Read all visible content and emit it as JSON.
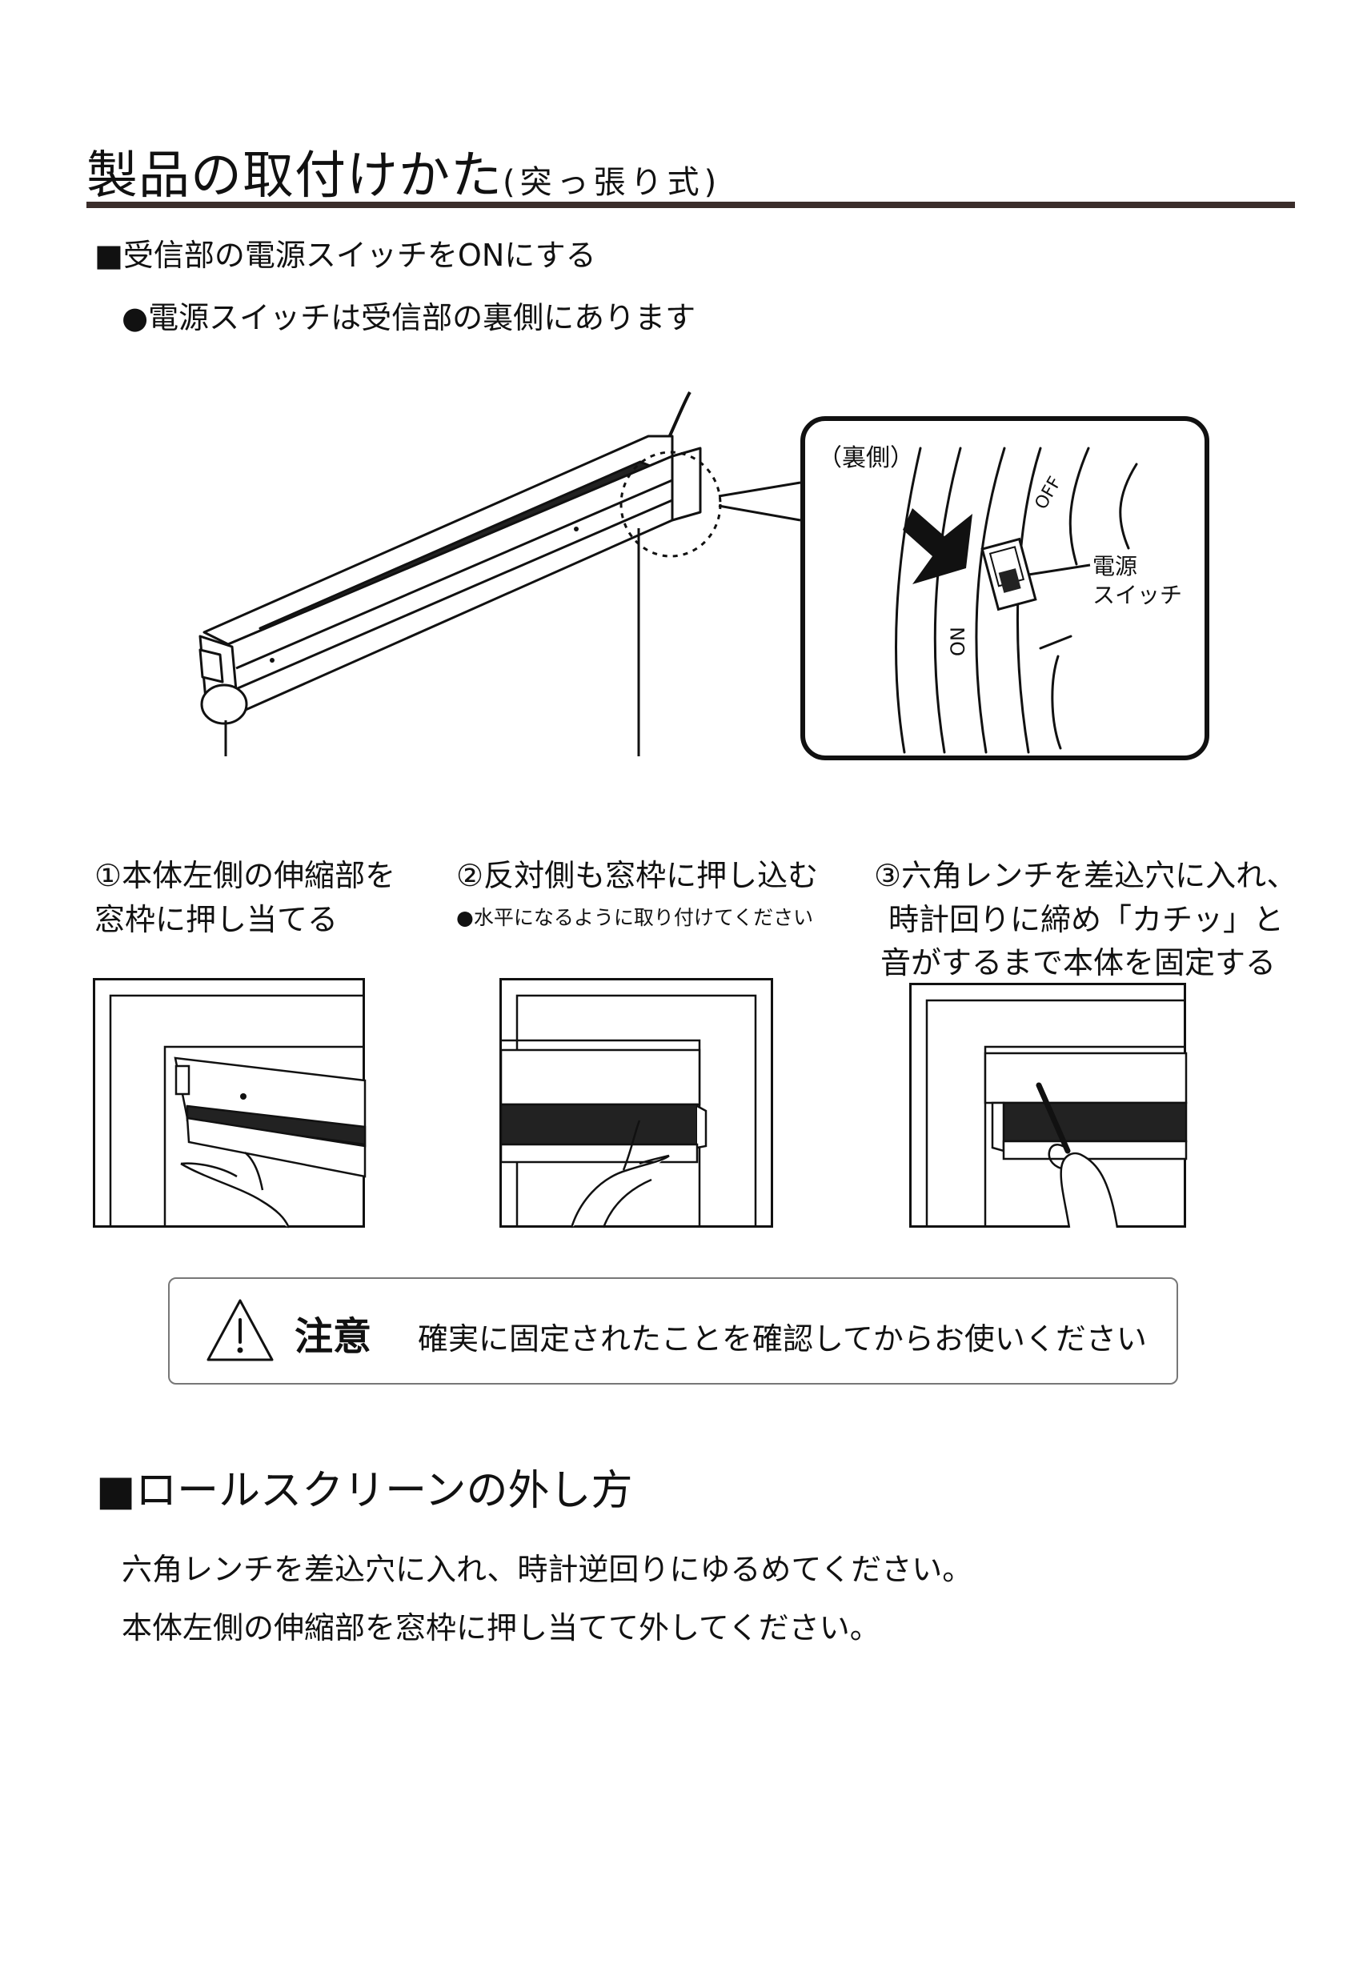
{
  "title": {
    "main": "製品の取付けかた",
    "sub": "(突っ張り式)"
  },
  "section1": {
    "heading": "■受信部の電源スイッチをONにする",
    "bullet": "●電源スイッチは受信部の裏側にあります"
  },
  "detail": {
    "label": "（裏側）",
    "switch_label_1": "電源",
    "switch_label_2": "スイッチ",
    "on": "ON",
    "off": "OFF"
  },
  "steps": [
    {
      "line1": "①本体左側の伸縮部を",
      "line2": "窓枠に押し当てる"
    },
    {
      "line1": "②反対側も窓枠に押し込む",
      "note": "●水平になるように取り付けてください"
    },
    {
      "line1": "③六角レンチを差込穴に入れ、",
      "line2": "時計回りに締め「カチッ」と",
      "line3": "音がするまで本体を固定する"
    }
  ],
  "caution": {
    "heading": "注意",
    "message": "確実に固定されたことを確認してからお使いください",
    "icon": "warning-triangle-icon"
  },
  "section2": {
    "heading": "■ロールスクリーンの外し方",
    "lines": [
      "六角レンチを差込穴に入れ、時計逆回りにゆるめてください。",
      "本体左側の伸縮部を窓枠に押し当てて外してください。"
    ]
  }
}
